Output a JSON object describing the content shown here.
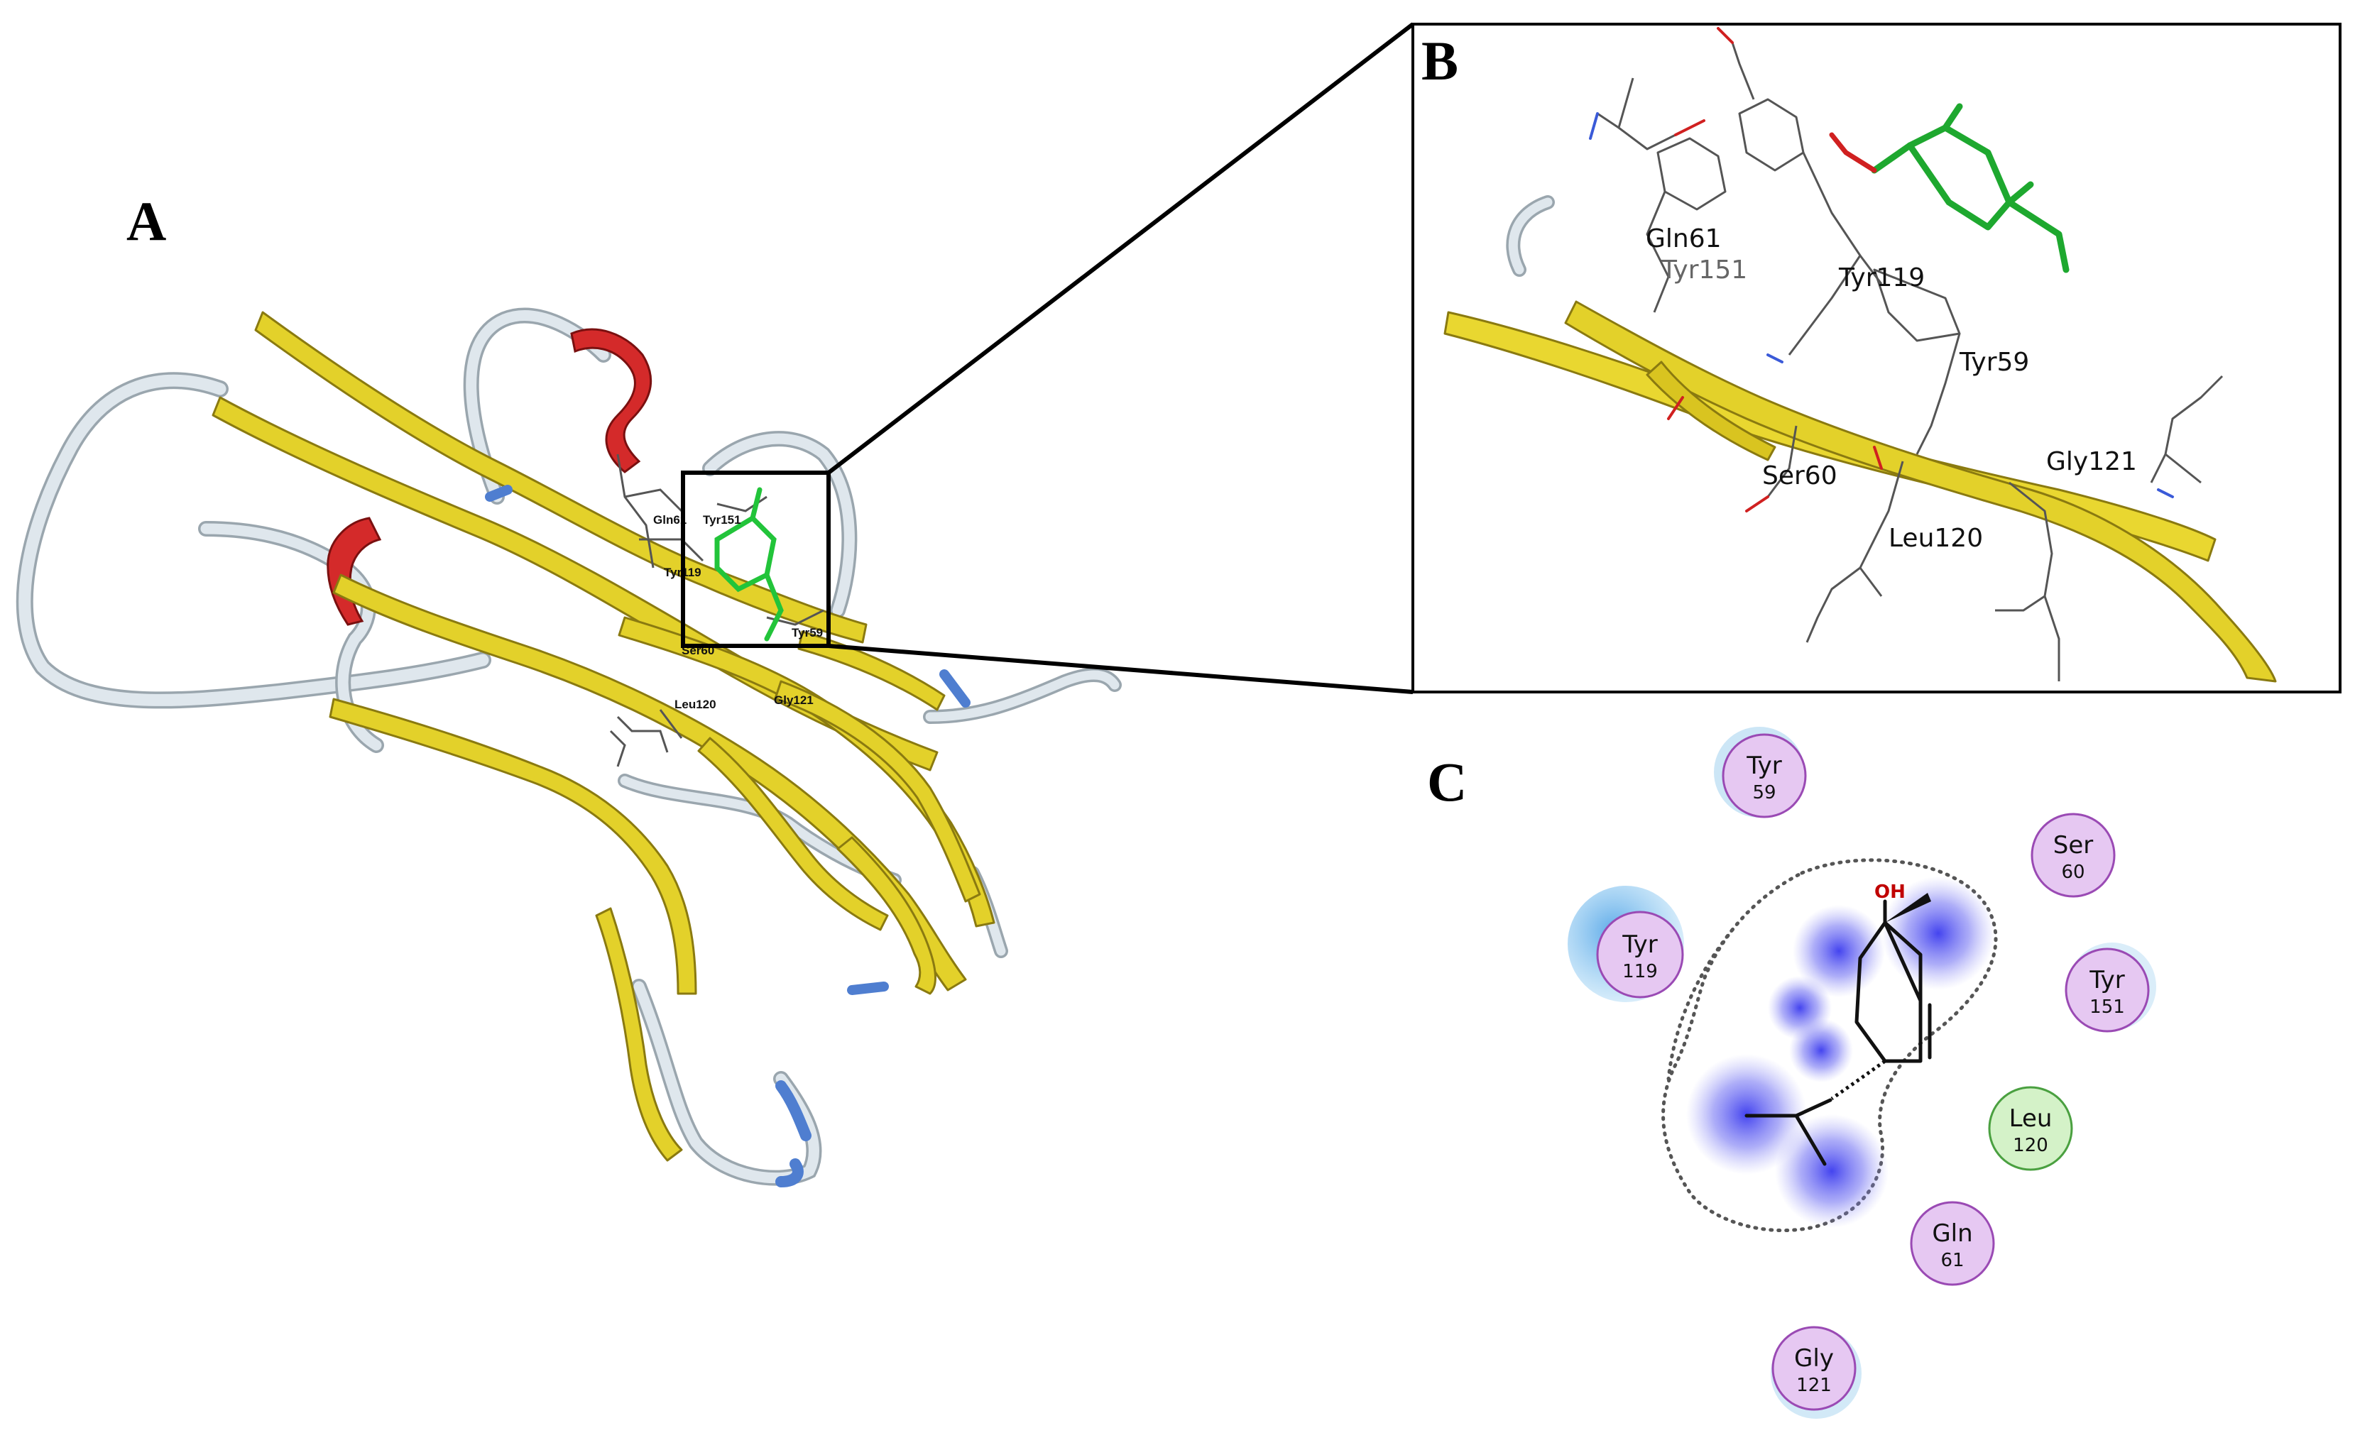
{
  "panels": {
    "a": {
      "letter": "A"
    },
    "b": {
      "letter": "B"
    },
    "c": {
      "letter": "C"
    }
  },
  "panel_a_labels": [
    "Gln61",
    "Tyr151",
    "Tyr119",
    "Tyr59",
    "Ser60",
    "Leu120",
    "Gly121"
  ],
  "panel_b_labels": {
    "gln61": "Gln61",
    "tyr151": "Tyr151",
    "tyr119": "Tyr119",
    "tyr59": "Tyr59",
    "ser60": "Ser60",
    "leu120": "Leu120",
    "gly121": "Gly121"
  },
  "panel_c": {
    "ligand_atom_label": "OH",
    "residues": [
      {
        "name": "Tyr",
        "num": "59",
        "type": "polar"
      },
      {
        "name": "Ser",
        "num": "60",
        "type": "polar"
      },
      {
        "name": "Tyr",
        "num": "119",
        "type": "polar"
      },
      {
        "name": "Tyr",
        "num": "151",
        "type": "polar"
      },
      {
        "name": "Leu",
        "num": "120",
        "type": "hydrophobic"
      },
      {
        "name": "Gln",
        "num": "61",
        "type": "polar"
      },
      {
        "name": "Gly",
        "num": "121",
        "type": "hydrophobic-gly"
      }
    ]
  },
  "colors": {
    "sheet": "#e3d12a",
    "sheet_edge": "#8a7a10",
    "helix": "#d42a2a",
    "coil": "#c9d6e0",
    "coil_blue": "#5a86d0",
    "ligand": "#22c43a",
    "polar_residue": "#e6c8f2",
    "hydrophobic_residue": "#d4f2c8",
    "solvent_halo": "#6ab4e8"
  }
}
